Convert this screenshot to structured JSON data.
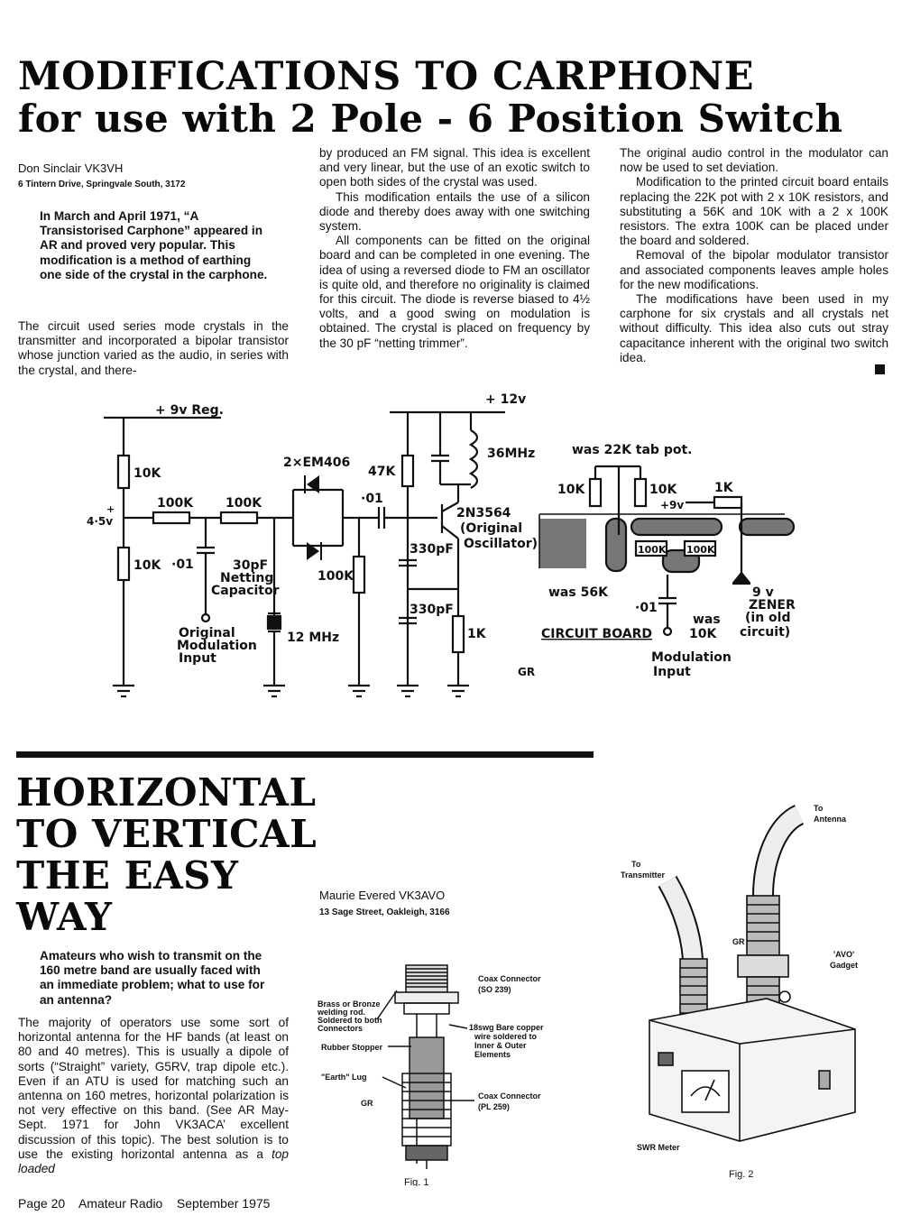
{
  "article1": {
    "title_line1": "MODIFICATIONS TO CARPHONE",
    "title_line2": "for use with 2 Pole - 6 Position Switch",
    "author": "Don Sinclair VK3VH",
    "address": "6 Tintern Drive, Springvale South, 3172",
    "intro": "In March and April 1971, “A Transistorised Carphone” appeared in AR and proved very popular. This modification is a method of earthing one side of the crystal in the carphone.",
    "col1_p1": "The circuit used series mode crystals in the transmitter and incorporated a bipolar transistor whose junction varied as the audio, in series with the crystal, and there-",
    "col2_p1": "by produced an FM signal. This idea is excellent and very linear, but the use of an exotic switch to open both sides of the crystal was used.",
    "col2_p2": "This modification entails the use of a silicon diode and thereby does away with one switching system.",
    "col2_p3": "All components can be fitted on the original board and can be completed in one evening. The idea of using a reversed diode to FM an oscillator is quite old, and therefore no originality is claimed for this circuit. The diode is reverse biased to 4½ volts, and a good swing on modulation is obtained. The crystal is placed on frequency by the 30 pF “netting trimmer”.",
    "col3_p1": "The original audio control in the modulator can now be used to set deviation.",
    "col3_p2": "Modification to the printed circuit board entails replacing the 22K pot with 2 x 10K resistors, and substituting a 56K and 10K with a 2 x 100K resistors. The extra 100K can be placed under the board and soldered.",
    "col3_p3": "Removal of the bipolar modulator transistor and associated components leaves ample holes for the new modifications.",
    "col3_p4": "The modifications have been used in my carphone for six crystals and all crystals net without difficulty. This idea also cuts out stray capacitance inherent with the original two switch idea."
  },
  "schematic": {
    "supply_9v": "+ 9v Reg.",
    "supply_12v": "+ 12v",
    "bias_node": "4·5v",
    "plus": "+",
    "r_10k": "10K",
    "r_100k": "100K",
    "r_47k": "47K",
    "r_1k": "1K",
    "c_01": "·01",
    "c_330pf": "330pF",
    "diodes": "2×EM406",
    "trimmer_value": "30pF",
    "trimmer_label_1": "Netting",
    "trimmer_label_2": "Capacitor",
    "crystal": "12 MHz",
    "mod_in_1": "Original",
    "mod_in_2": "Modulation",
    "mod_in_3": "Input",
    "tank": "36MHz",
    "transistor": "2N3564",
    "osc_1": "(Original",
    "osc_2": "Oscillator)",
    "pot": "was 22K tab pot.",
    "was56": "was 56K",
    "was10_1": "was",
    "was10_2": "10K",
    "board": "CIRCUIT BOARD",
    "v9": "+9v",
    "zener_1": "9 v",
    "zener_2": "ZENER",
    "zener_3": "(in old",
    "zener_4": "circuit)",
    "mod2_1": "Modulation",
    "mod2_2": "Input",
    "initials": "GR"
  },
  "article2": {
    "title_line1": "HORIZONTAL",
    "title_line2": "TO VERTICAL",
    "title_line3": "THE EASY",
    "title_line4": "WAY",
    "author": "Maurie Evered VK3AVO",
    "address": "13 Sage Street, Oakleigh, 3166",
    "intro": "Amateurs who wish to transmit on the 160 metre band are usually faced with an immediate problem; what to use for an antenna?",
    "body_before": "The majority of operators use some sort of horizontal antenna for the HF bands (at least on 80 and 40 metres). This is usually a dipole of sorts (“Straight” variety, G5RV, trap dipole etc.). Even if an ATU is used for matching such an antenna on 160 metres, horizontal polarization is not very effective on this band. (See AR May-Sept. 1971 for John VK3ACA’ excellent discussion of this topic). The best solution is to use the existing horizontal antenna as a ",
    "body_em": "top loaded"
  },
  "fig1": {
    "l1": "Coax Connector",
    "l2": "(SO 239)",
    "l3": "Brass or Bronze",
    "l4": "welding rod.",
    "l5": "Soldered to both",
    "l6": "Connectors",
    "l7": "18swg Bare copper",
    "l8": "wire soldered to",
    "l9": "Inner & Outer",
    "l10": "Elements",
    "l11": "Rubber Stopper",
    "l12": "\"Earth\" Lug",
    "l13": "Coax Connector",
    "l14": "(PL 259)",
    "caption": "Fig. 1",
    "initials": "GR"
  },
  "fig2": {
    "l1": "To",
    "l2": "Antenna",
    "l3": "To",
    "l4": "Transmitter",
    "l5": "'AVO'",
    "l6": "Gadget",
    "l7": "SWR Meter",
    "caption": "Fig. 2",
    "initials": "GR"
  },
  "footer": {
    "page": "Page 20",
    "magazine": "Amateur Radio",
    "date": "September 1975"
  }
}
